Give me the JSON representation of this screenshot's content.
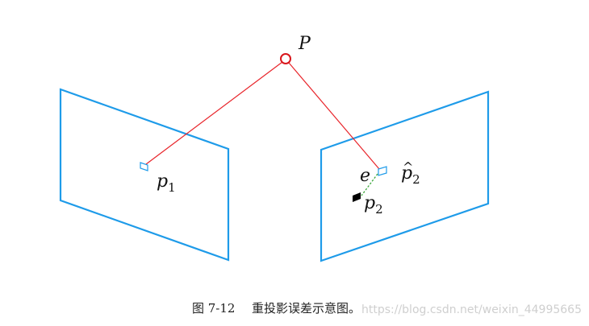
{
  "diagram": {
    "point_label": "P",
    "left_projection_label": "p",
    "left_projection_sub": "1",
    "right_projection_label": "p",
    "right_projection_sub": "2",
    "right_projection_hat": "^",
    "observed_point_label": "p",
    "observed_point_sub": "2",
    "error_label": "e"
  },
  "caption": {
    "figure_number": "图 7-12",
    "title": "重投影误差示意图。"
  },
  "watermark": "https://blog.csdn.net/weixin_44995665",
  "colors": {
    "plane_stroke": "#1e9be9",
    "ray": "#e8242a",
    "point_circle": "#d9161c",
    "error_line": "#3aa63a",
    "observed_marker": "#000000",
    "text": "#111111",
    "watermark": "#cfcfcf"
  }
}
